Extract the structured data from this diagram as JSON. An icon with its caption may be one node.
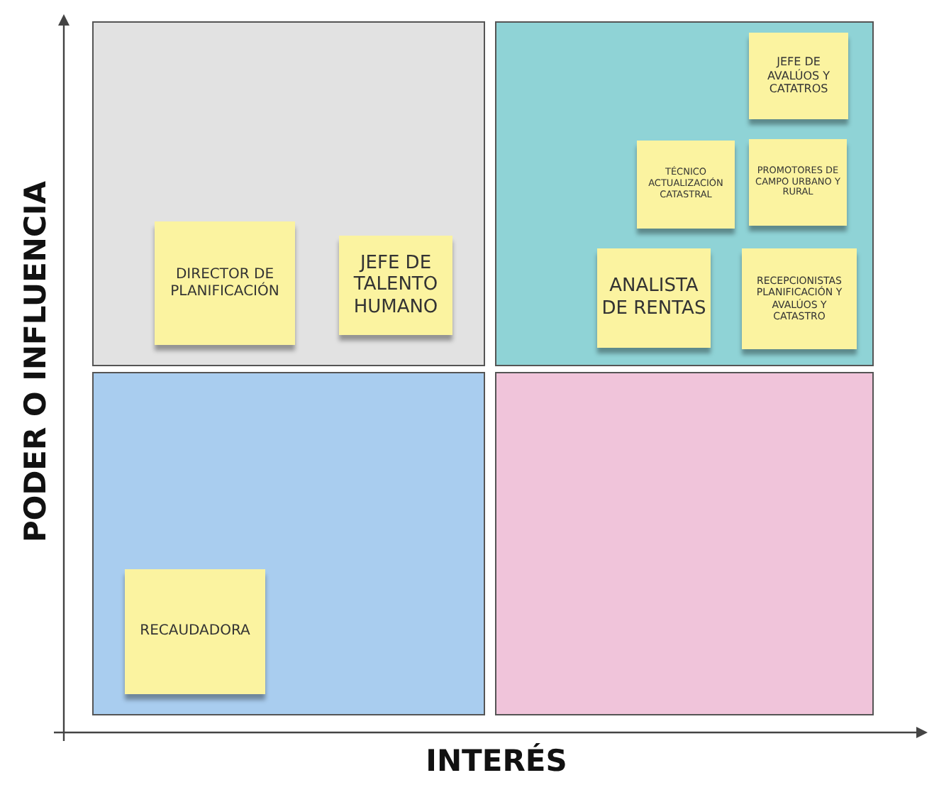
{
  "diagram": {
    "nodes": [
      {
        "text": [],
        "shape": "box"
      },
      {
        "text": [
          "DIRECTOR DE PLANIFICACIÓN"
        ],
        "in": 0
      },
      {
        "text": [
          "JEFE DE TALENTO HUMANO"
        ],
        "in": 0
      },
      {
        "text": [],
        "shape": "box"
      },
      {
        "text": [
          "JEFE DE AVALÚOS Y CATATROS"
        ],
        "in": 3
      },
      {
        "text": [
          "TÉCNICO ACTUALIZACIÓN CATASTRAL"
        ],
        "in": 3
      },
      {
        "text": [
          "PROMOTORES DE CAMPO URBANO Y RURAL"
        ],
        "in": 3
      },
      {
        "text": [
          "ANALISTA DE RENTAS"
        ],
        "in": 3
      },
      {
        "text": [
          "RECEPCIONISTAS PLANIFICACIÓN Y AVALÚOS Y CATASTRO"
        ],
        "in": 3
      },
      {
        "text": [],
        "shape": "box"
      },
      {
        "text": [
          "RECAUDADORA"
        ],
        "in": 9
      },
      {
        "text": [],
        "shape": "box"
      }
    ],
    "edges": [],
    "labels": [
      "PODER O INFLUENCIA",
      "INTERÉS"
    ]
  }
}
